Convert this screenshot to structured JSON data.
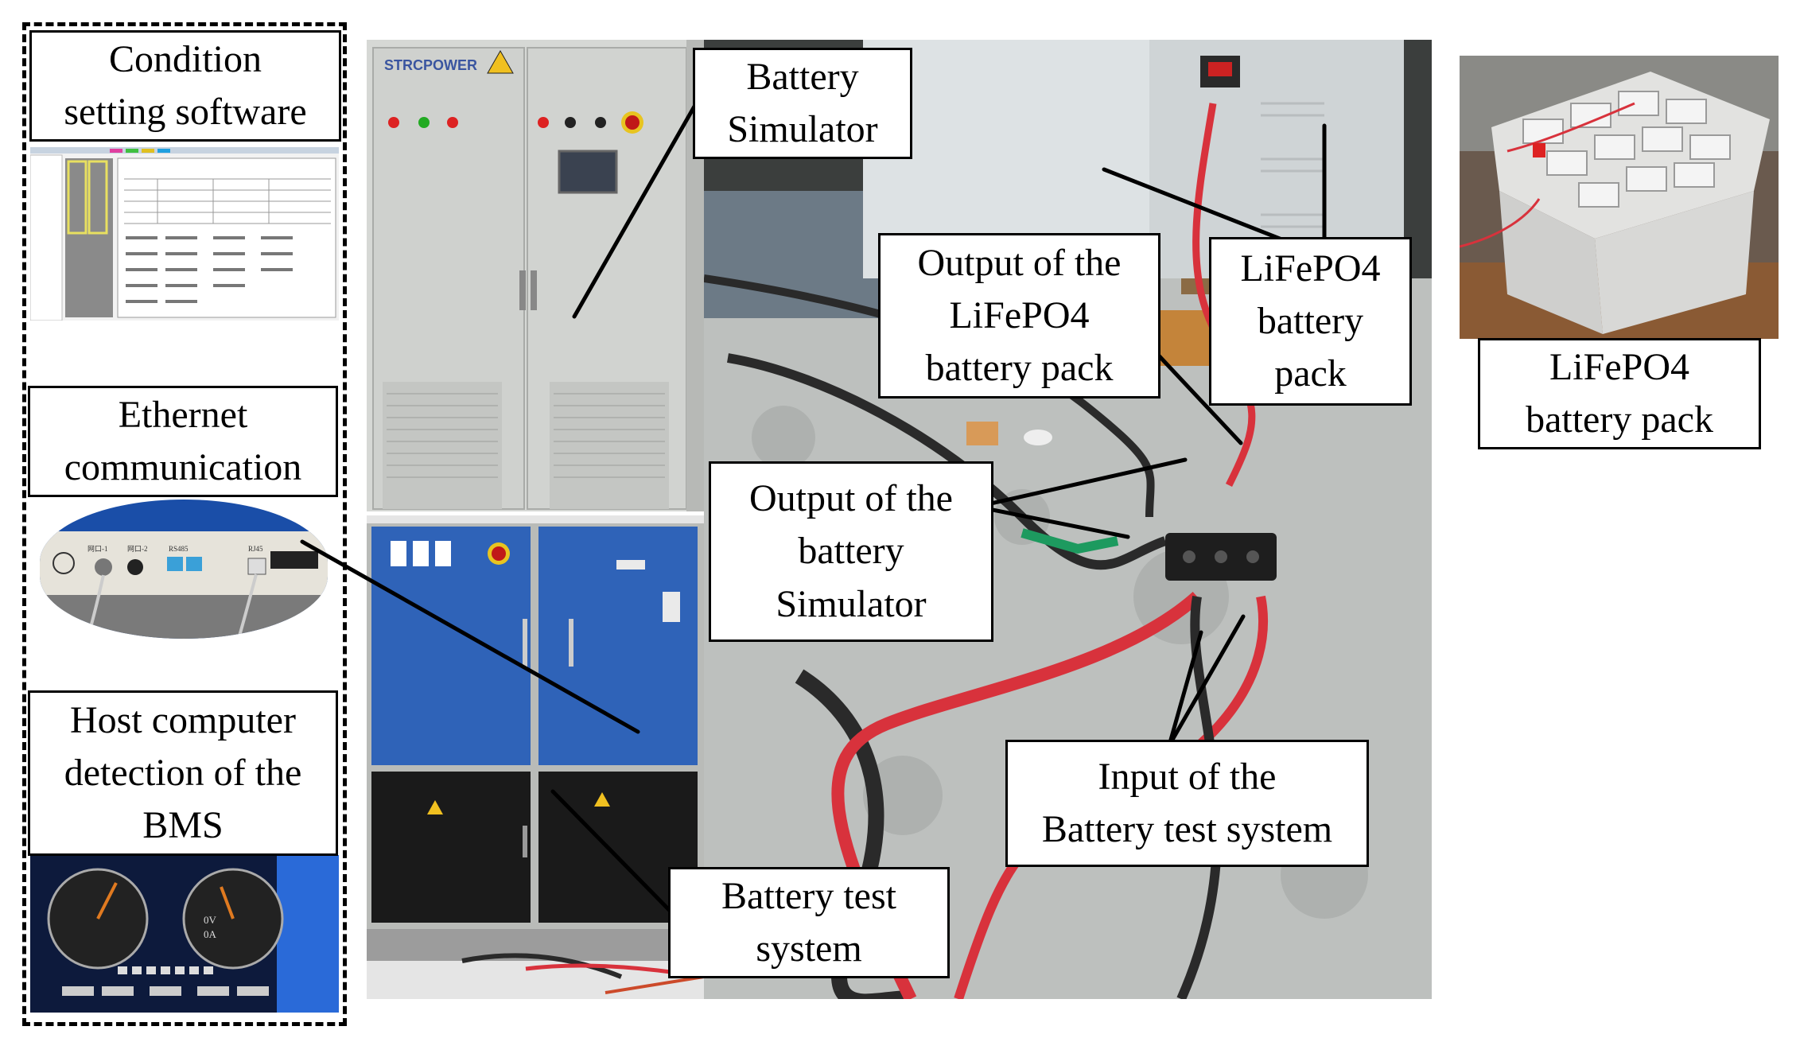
{
  "labels": {
    "condition_setting_software": "Condition\nsetting software",
    "ethernet_communication": "Ethernet\ncommunication",
    "host_computer_detection": "Host computer\ndetection of the\nBMS",
    "battery_simulator": "Battery\nSimulator",
    "output_lifepo4_pack": "Output of the\nLiFePO4\nbattery pack",
    "lifepo4_pack_center": "LiFePO4\nbattery\npack",
    "lifepo4_pack_right": "LiFePO4\nbattery pack",
    "output_battery_simulator": "Output of the\nbattery\nSimulator",
    "input_battery_test_system": "Input of the\nBattery test system",
    "battery_test_system": "Battery test\nsystem"
  },
  "equipment_text": {
    "brand": "STRCPOWER",
    "ethernet_port_1": "网口-1",
    "ethernet_port_2": "网口-2",
    "rs485": "RS485",
    "rj45": "RJ45",
    "gauge_readout_v": "0V",
    "gauge_readout_a": "0A"
  },
  "colors": {
    "cabinet_gray": "#d4d6d3",
    "blue_panel": "#2f63b8",
    "black_panel": "#1a1a1a",
    "floor": "#b9bcba",
    "red_cable": "#d8323c",
    "black_cable": "#2a2a2a",
    "green_tape": "#1d9a5f"
  }
}
